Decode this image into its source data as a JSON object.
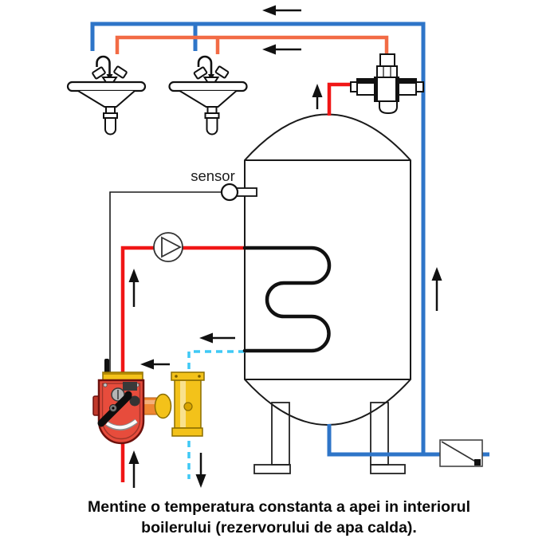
{
  "labels": {
    "sensor": "sensor"
  },
  "caption": {
    "line1": "Mentine o temperatura constanta a apei in interiorul",
    "line2": "boilerului (rezervorului de apa calda)."
  },
  "colors": {
    "cold_water_pipe": "#2E75C8",
    "mixed_water_pipe": "#F26B45",
    "hot_water_pipe": "#F01616",
    "return_pipe_dashed": "#3FC9F5",
    "outline_black": "#111111",
    "brass_fitting": "#F3C21A",
    "valve_body_red": "#E74C3C",
    "nipple_orange": "#EF8632"
  }
}
